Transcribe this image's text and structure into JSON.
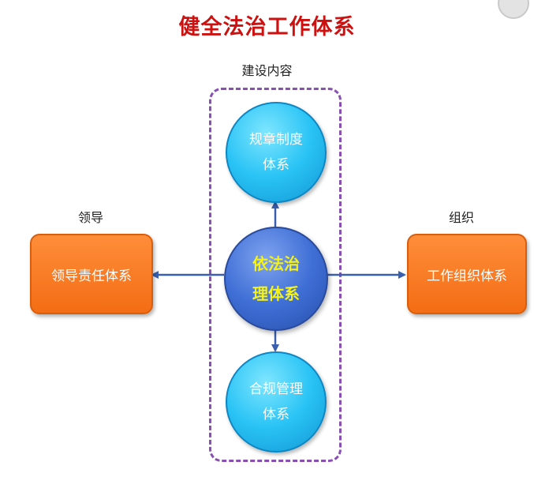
{
  "title": "健全法治工作体系",
  "group_label": "建设内容",
  "left_label": "领导",
  "right_label": "组织",
  "nodes": {
    "top": "规章制度\n体系",
    "center": "依法治\n理体系",
    "bottom": "合规管理\n体系",
    "left": "领导责任体系",
    "right": "工作组织体系"
  },
  "colors": {
    "title": "#cc1111",
    "center_circle": "#3f6fd6",
    "center_text": "#f5f21a",
    "outer_circles": "#29c3f5",
    "side_boxes": "#f36d14",
    "dashed_border": "#8a4fb3",
    "arrows": "#3a5fae"
  }
}
